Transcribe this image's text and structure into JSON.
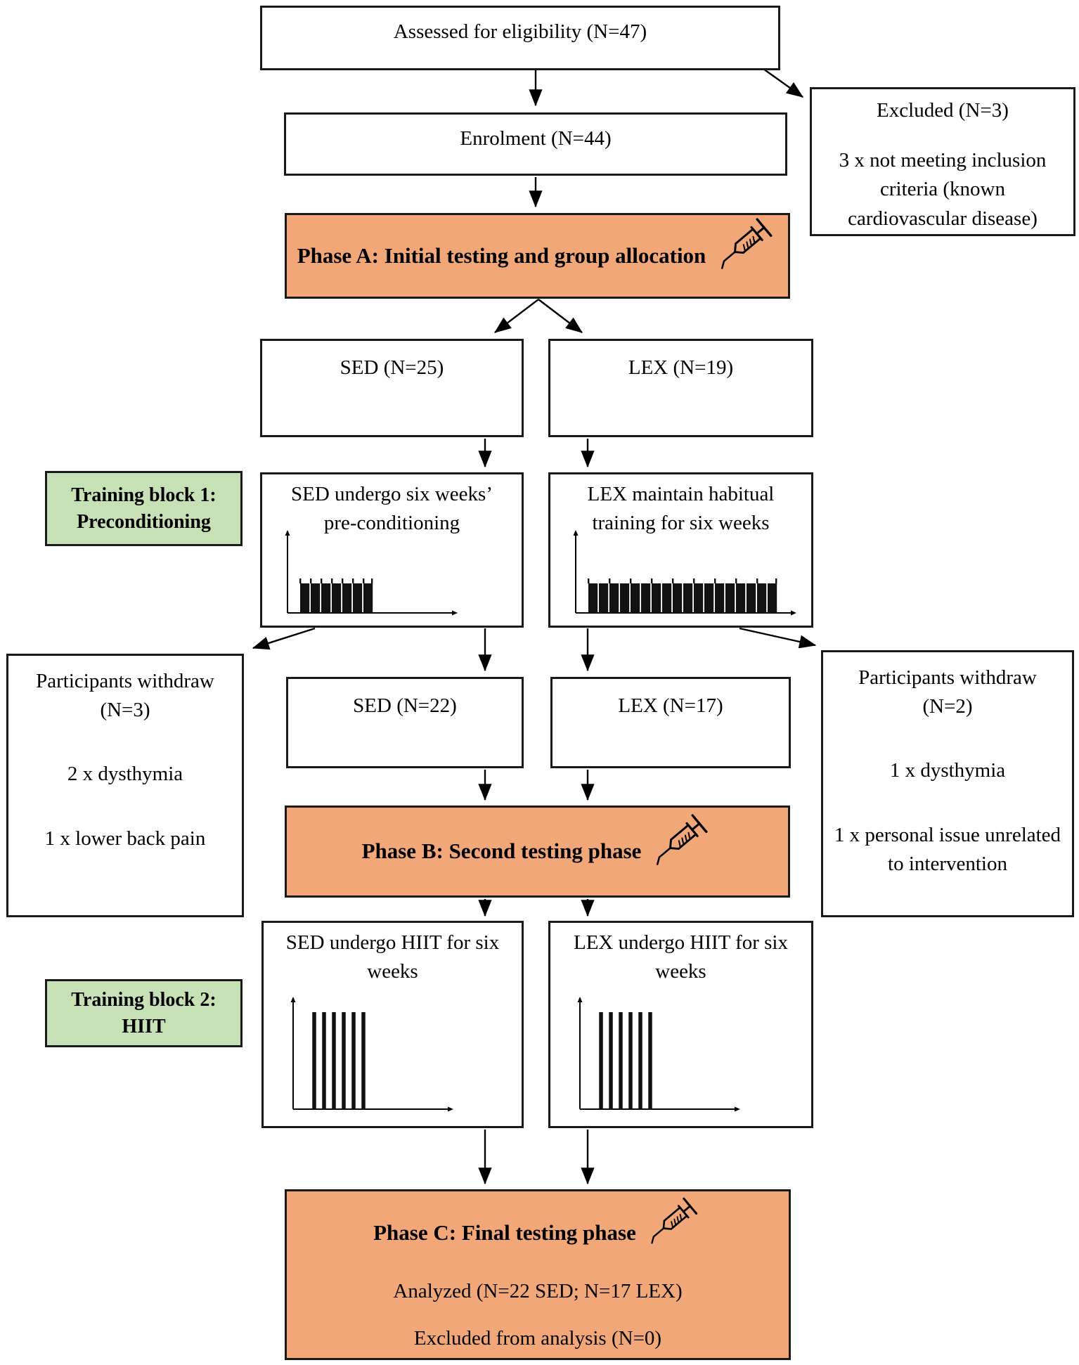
{
  "diagram": {
    "boxes": {
      "assessed": {
        "label": "Assessed for eligibility (N=47)"
      },
      "enrolment": {
        "label": "Enrolment (N=44)"
      },
      "excluded": {
        "title": "Excluded (N=3)",
        "reason": "3 x not meeting inclusion criteria (known cardiovascular disease)"
      },
      "phase_a": {
        "label": "Phase A: Initial testing and group allocation"
      },
      "sed25": {
        "label": "SED (N=25)"
      },
      "lex19": {
        "label": "LEX (N=19)"
      },
      "sed_pre": {
        "label": "SED undergo six weeks’ pre-conditioning"
      },
      "lex_pre": {
        "label": "LEX maintain habitual training for six weeks"
      },
      "training_block_1": {
        "line1": "Training block 1:",
        "line2": "Preconditioning"
      },
      "withdraw_left": {
        "title": "Participants withdraw (N=3)",
        "reason1": "2 x dysthymia",
        "reason2": "1 x lower back pain"
      },
      "withdraw_right": {
        "title": "Participants withdraw (N=2)",
        "reason1": "1 x dysthymia",
        "reason2": "1 x personal issue unrelated to intervention"
      },
      "sed22": {
        "label": "SED (N=22)"
      },
      "lex17": {
        "label": "LEX (N=17)"
      },
      "phase_b": {
        "label": "Phase B: Second testing phase"
      },
      "sed_hiit": {
        "label": "SED undergo HIIT for six weeks"
      },
      "lex_hiit": {
        "label": "LEX undergo HIIT for six weeks"
      },
      "training_block_2": {
        "line1": "Training block 2:",
        "line2": "HIIT"
      },
      "phase_c": {
        "title": "Phase C: Final testing phase",
        "analyzed": "Analyzed (N=22 SED; N=17 LEX)",
        "excluded": "Excluded from analysis (N=0)"
      }
    },
    "colors": {
      "phase_fill": "#F2A778",
      "training_fill": "#C7E1B6",
      "border": "#1A1A1A"
    },
    "icons": {
      "syringe": "syringe-icon",
      "preconditioning_chart": "continuous-low-bars-chart-icon",
      "hiit_chart": "interval-spikes-chart-icon"
    }
  }
}
